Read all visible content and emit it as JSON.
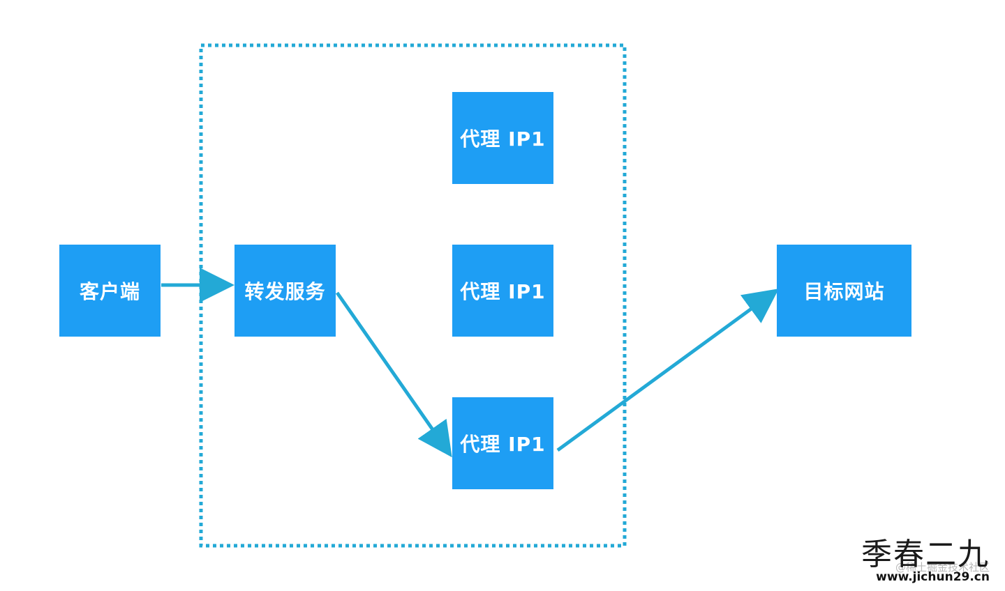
{
  "colors": {
    "node_fill": "#1e9ef4",
    "edge": "#23a9d6",
    "group_border": "#23a9d6"
  },
  "nodes": {
    "client": "客户端",
    "forward": "转发服务",
    "proxy_1": "代理 IP1",
    "proxy_2": "代理 IP1",
    "proxy_3": "代理 IP1",
    "target": "目标网站"
  },
  "edges": [
    {
      "from": "client",
      "to": "forward"
    },
    {
      "from": "forward",
      "to": "proxy_3"
    },
    {
      "from": "proxy_3",
      "to": "target"
    }
  ],
  "watermark": {
    "title": "季春二九",
    "url": "www.jichun29.cn",
    "faint": "@稀土掘金技术社区"
  }
}
